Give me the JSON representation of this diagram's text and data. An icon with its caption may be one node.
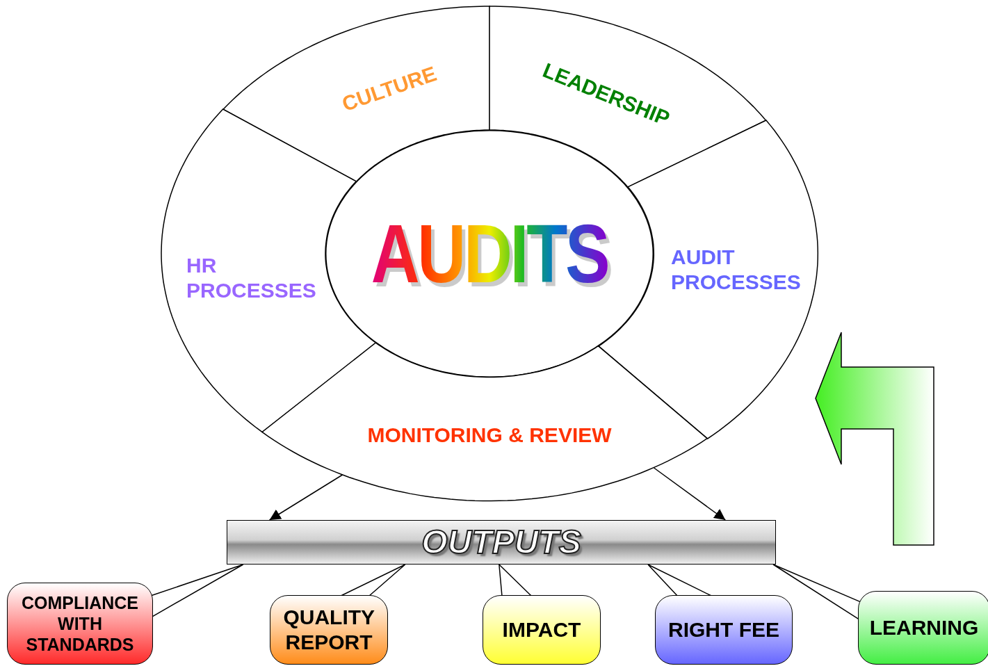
{
  "diagram": {
    "nodes": [
      {
        "text": [
          "CULTURE"
        ]
      },
      {
        "text": [
          "LEADERSHIP"
        ]
      },
      {
        "text": [
          "HR PROCESSES"
        ]
      },
      {
        "text": [
          "AUDITS"
        ]
      },
      {
        "text": [
          "AUDIT PROCESSES"
        ]
      },
      {
        "text": [
          "MONITORING & REVIEW"
        ]
      },
      {
        "text": [
          "OUTPUTS"
        ]
      },
      {
        "text": [
          "COMPLIANCE WITH STANDARDS"
        ]
      },
      {
        "text": [
          "QUALITY REPORT"
        ]
      },
      {
        "text": [
          "IMPACT"
        ]
      },
      {
        "text": [
          "RIGHT FEE"
        ]
      },
      {
        "text": [
          "LEARNING"
        ]
      }
    ],
    "edges": [
      {
        "from": 5,
        "to": 6,
        "arrow": "to"
      },
      {
        "from": 5,
        "to": 6,
        "arrow": "to"
      },
      {
        "from": 7,
        "to": 6,
        "arrow": "none"
      },
      {
        "from": 8,
        "to": 6,
        "arrow": "none"
      },
      {
        "from": 9,
        "to": 6,
        "arrow": "none"
      },
      {
        "from": 10,
        "to": 6,
        "arrow": "none"
      },
      {
        "from": 11,
        "to": 6,
        "arrow": "none"
      }
    ]
  }
}
